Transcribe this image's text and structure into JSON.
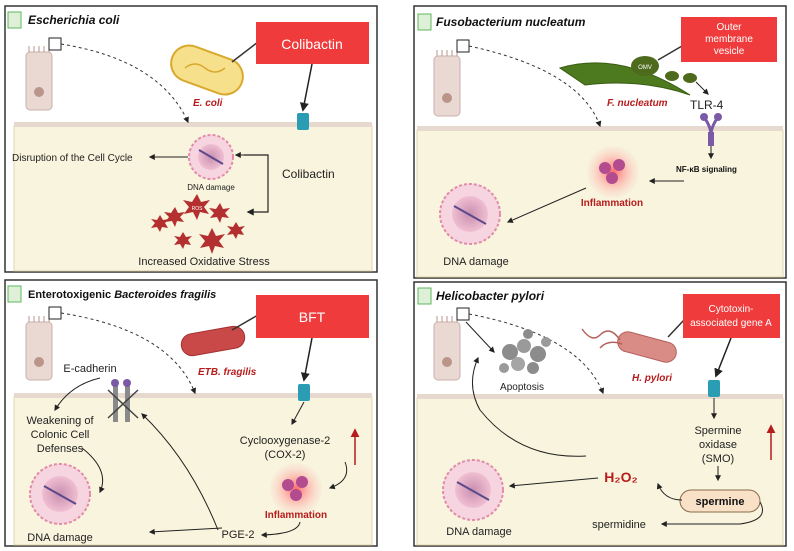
{
  "colors": {
    "cell_fill": "#f8f4dd",
    "label_box": "#ef3b3b",
    "accent_red": "#b71c1c",
    "receptor": "#2a9db5"
  },
  "panels": [
    {
      "title_italic": "Escherichia coli",
      "bacterium_label": "E. coli",
      "toxin_box": "Colibactin",
      "toxin_inner": "Colibactin",
      "dna_label": "DNA damage",
      "outcome_cycle": "Disruption of the Cell Cycle",
      "outcome_stress": "Increased Oxidative Stress",
      "ros": "ROS"
    },
    {
      "title_italic": "Fusobacterium nucleatum",
      "bacterium_label": "F. nucleatum",
      "toxin_box": "Outer membrane vesicle",
      "omv": "OMV",
      "receptor": "TLR-4",
      "signaling": "NF-κB signaling",
      "inflammation": "Inflammation",
      "dna_label": "DNA damage"
    },
    {
      "title_prefix": "Enterotoxigenic ",
      "title_italic": "Bacteroides fragilis",
      "bacterium_label": "ETB. fragilis",
      "toxin_box": "BFT",
      "ecadherin": "E-cadherin",
      "weakening": [
        "Weakening of",
        "Colonic Cell",
        "Defenses"
      ],
      "cox": [
        "Cyclooxygenase-2",
        "(COX-2)"
      ],
      "inflammation": "Inflammation",
      "pge": "PGE-2",
      "dna_label": "DNA damage"
    },
    {
      "title_italic": "Helicobacter pylori",
      "bacterium_label": "H. pylori",
      "toxin_box": [
        "Cytotoxin-",
        "associated gene A"
      ],
      "apoptosis": "Apoptosis",
      "smo": [
        "Spermine",
        "oxidase",
        "(SMO)"
      ],
      "h2o2": "H₂O₂",
      "spermine": "spermine",
      "spermidine": "spermidine",
      "dna_label": "DNA damage"
    }
  ]
}
